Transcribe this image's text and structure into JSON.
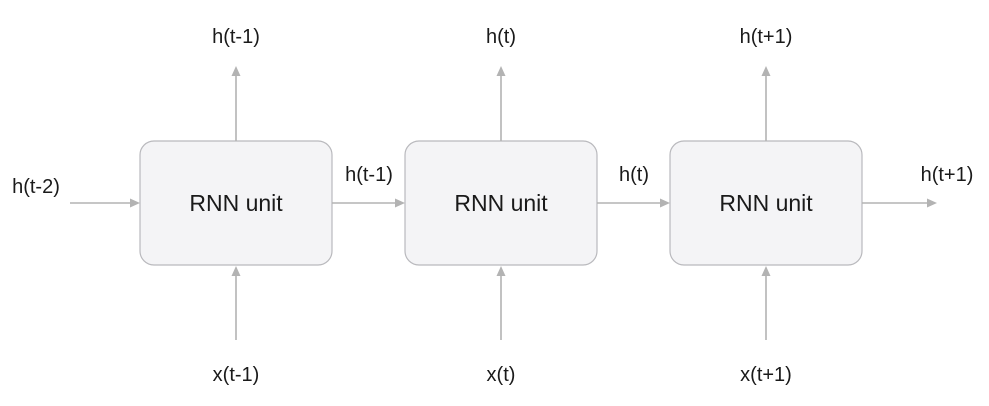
{
  "units": [
    {
      "label": "RNN unit",
      "input": "x(t-1)",
      "output": "h(t-1)"
    },
    {
      "label": "RNN unit",
      "input": "x(t)",
      "output": "h(t)"
    },
    {
      "label": "RNN unit",
      "input": "x(t+1)",
      "output": "h(t+1)"
    }
  ],
  "recurrent_labels": [
    "h(t-2)",
    "h(t-1)",
    "h(t)",
    "h(t+1)"
  ]
}
